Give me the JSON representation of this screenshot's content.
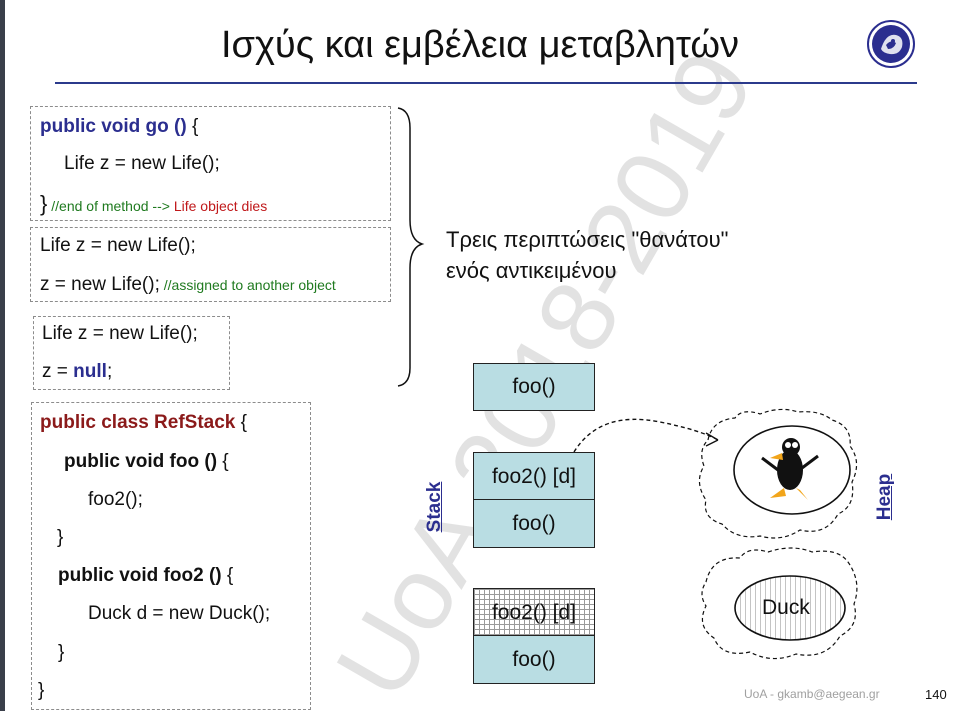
{
  "slide": {
    "title": "Ισχύς και εμβέλεια μεταβλητών",
    "watermark": "UoA 2018-2019",
    "footer": "UoA - gkamb@aegean.gr",
    "page_number": "140",
    "description_line1": "Τρεις περιπτώσεις \"θανάτου\"",
    "description_line2": "ενός αντικειμένου"
  },
  "box1": {
    "line1_kw": "public void go ()",
    "line1_rest": " {",
    "line2": "Life z = new Life();",
    "line3_brace": "}",
    "line3_comment_green": " //end of method -->",
    "line3_comment_red": " Life object dies"
  },
  "box2": {
    "line1": "Life z = new Life();",
    "line2": "z = new Life();",
    "line2_comment": " //assigned to another object"
  },
  "box3": {
    "line1": "Life z = new Life();",
    "line2_pre": "z = ",
    "line2_kw": "null",
    "line2_post": ";"
  },
  "box4": {
    "line1_kw": "public class RefStack",
    "line1_rest": " {",
    "line2_kw": "public void foo ()",
    "line2_rest": " {",
    "line3": "foo2();",
    "line4": "}",
    "line5_kw": "public void foo2 ()",
    "line5_rest": " {",
    "line6": "Duck d = new Duck();",
    "line7": "}",
    "line8": "}"
  },
  "stack": {
    "label": "Stack",
    "frame_top_single": "foo()",
    "group1_top": "foo2() [d]",
    "group1_bottom": "foo()",
    "group2_top": "foo2() [d]",
    "group2_bottom": "foo()"
  },
  "heap": {
    "label": "Heap",
    "duck_label": "Duck"
  },
  "colors": {
    "accent_rule": "#2b3a8c",
    "keyword_blue": "#2b2e8f",
    "keyword_red": "#8b1a1a",
    "comment_green": "#1f7a1f",
    "comment_red": "#c0181a",
    "stack_frame": "#b9dde3"
  },
  "icons": {
    "logo": "university-seal",
    "duck": "cartoon-duck"
  }
}
